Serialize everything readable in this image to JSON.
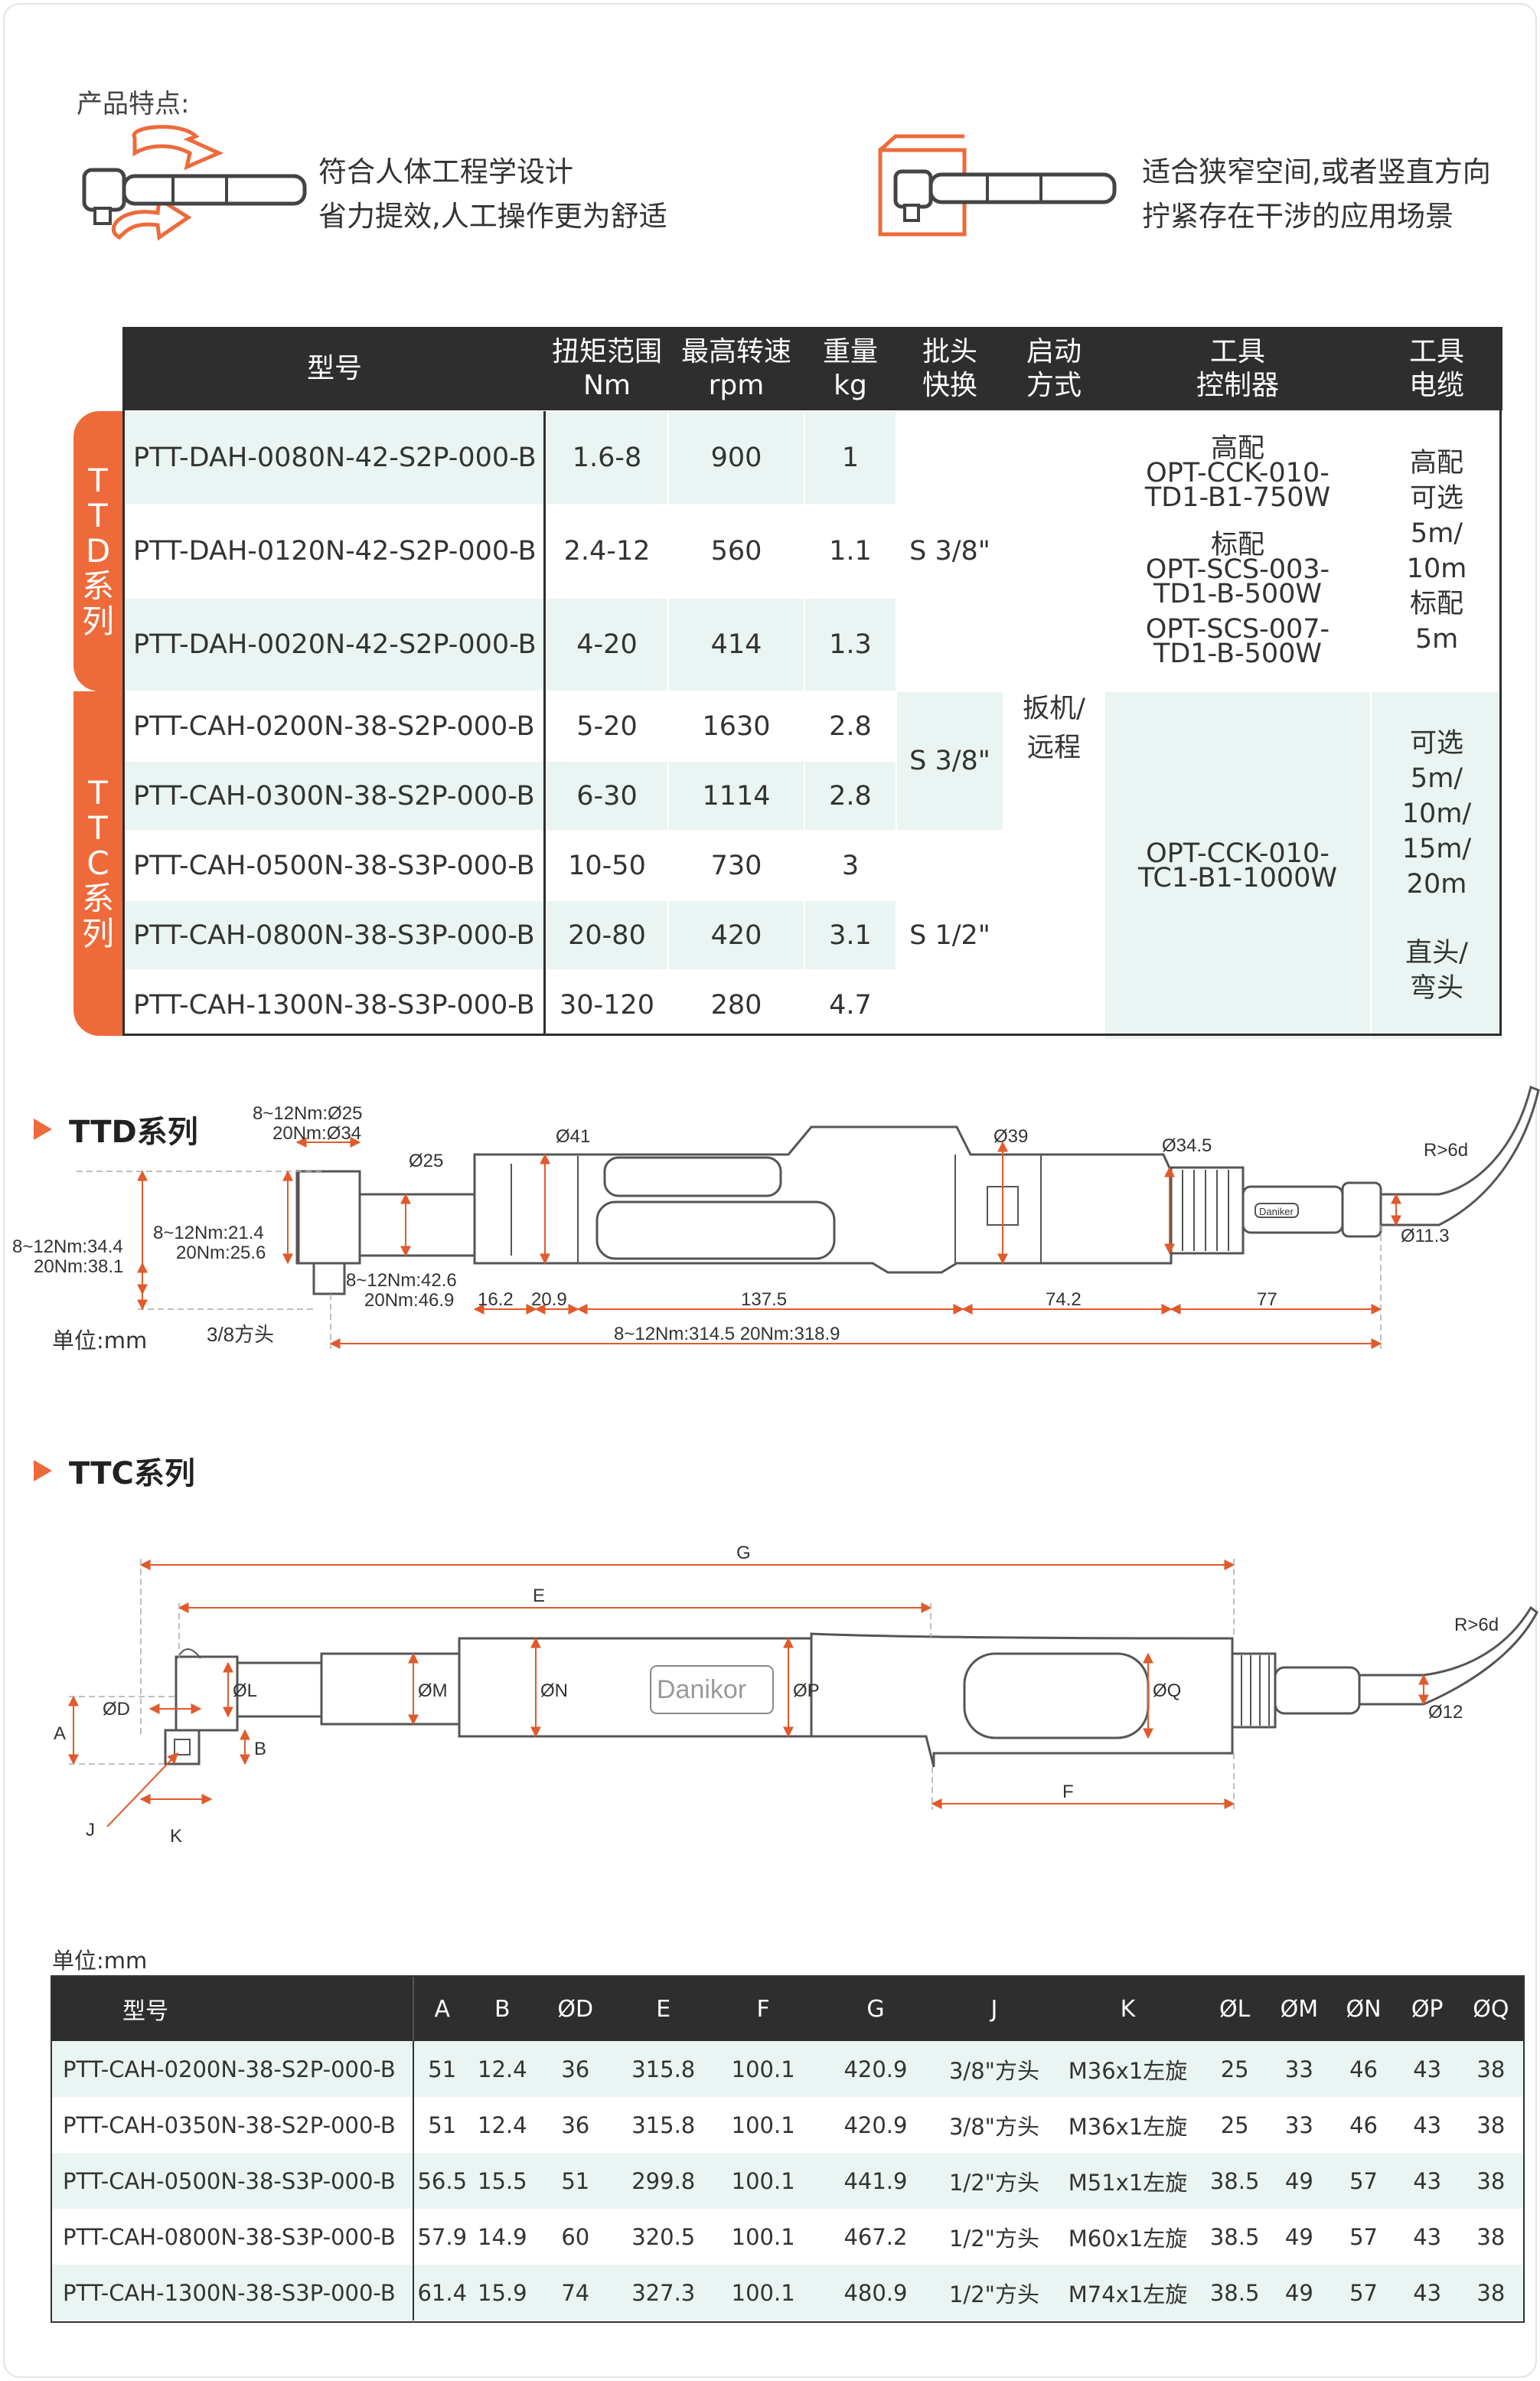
{
  "features": {
    "title": "产品特点:",
    "item1": {
      "line1": "符合人体工程学设计",
      "line2": "省力提效,人工操作更为舒适"
    },
    "item2": {
      "line1": "适合狭窄空间,或者竖直方向",
      "line2": "拧紧存在干涉的应用场景"
    }
  },
  "spec_table": {
    "headers": {
      "model": "型号",
      "torque": [
        "扭矩范围",
        "Nm"
      ],
      "speed": [
        "最高转速",
        "rpm"
      ],
      "weight": [
        "重量",
        "kg"
      ],
      "bit": [
        "批头",
        "快换"
      ],
      "start": [
        "启动",
        "方式"
      ],
      "controller": [
        "工具",
        "控制器"
      ],
      "cable": [
        "工具",
        "电缆"
      ]
    },
    "series": {
      "ttd": [
        "T",
        "T",
        "D",
        "系",
        "列"
      ],
      "ttc": [
        "T",
        "T",
        "C",
        "系",
        "列"
      ]
    },
    "rows": [
      {
        "model": "PTT-DAH-0080N-42-S2P-000-B",
        "torque": "1.6-8",
        "speed": "900",
        "weight": "1"
      },
      {
        "model": "PTT-DAH-0120N-42-S2P-000-B",
        "torque": "2.4-12",
        "speed": "560",
        "weight": "1.1"
      },
      {
        "model": "PTT-DAH-0020N-42-S2P-000-B",
        "torque": "4-20",
        "speed": "414",
        "weight": "1.3"
      },
      {
        "model": "PTT-CAH-0200N-38-S2P-000-B",
        "torque": "5-20",
        "speed": "1630",
        "weight": "2.8"
      },
      {
        "model": "PTT-CAH-0300N-38-S2P-000-B",
        "torque": "6-30",
        "speed": "1114",
        "weight": "2.8"
      },
      {
        "model": "PTT-CAH-0500N-38-S3P-000-B",
        "torque": "10-50",
        "speed": "730",
        "weight": "3"
      },
      {
        "model": "PTT-CAH-0800N-38-S3P-000-B",
        "torque": "20-80",
        "speed": "420",
        "weight": "3.1"
      },
      {
        "model": "PTT-CAH-1300N-38-S3P-000-B",
        "torque": "30-120",
        "speed": "280",
        "weight": "4.7"
      }
    ],
    "bit_ttd": "S 3/8\"",
    "bit_ttc_a": "S 3/8\"",
    "bit_ttc_b": "S 1/2\"",
    "start": [
      "扳机/",
      "远程"
    ],
    "controller_ttd": {
      "high_label": "高配",
      "high": [
        "OPT-CCK-010-",
        "TD1-B1-750W"
      ],
      "std_label": "标配",
      "std": [
        "OPT-SCS-003-",
        "TD1-B-500W"
      ],
      "std2": [
        "OPT-SCS-007-",
        "TD1-B-500W"
      ]
    },
    "controller_ttc": [
      "OPT-CCK-010-",
      "TC1-B1-1000W"
    ],
    "cable_ttd": [
      "高配",
      "可选",
      "5m/",
      "10m",
      "标配",
      "5m"
    ],
    "cable_ttc": [
      "可选",
      "5m/",
      "10m/",
      "15m/",
      "20m"
    ],
    "cable_ttc2": [
      "直头/",
      "弯头"
    ]
  },
  "ttd_drawing": {
    "heading": "TTD系列",
    "unit": "单位:mm",
    "square": "3/8方头",
    "labels": {
      "d_head": [
        "8~12Nm:Ø25",
        "20Nm:Ø34"
      ],
      "d25": "Ø25",
      "d41": "Ø41",
      "d39": "Ø39",
      "d345": "Ø34.5",
      "r6d": "R>6d",
      "d113": "Ø11.3",
      "h_total": [
        "8~12Nm:34.4",
        "20Nm:38.1"
      ],
      "h_head": [
        "8~12Nm:21.4",
        "20Nm:25.6"
      ],
      "h_sq": [
        "8~12Nm:42.6",
        "20Nm:46.9"
      ],
      "l162": "16.2",
      "l209": "20.9",
      "l1375": "137.5",
      "l742": "74.2",
      "l77": "77",
      "l_total": "8~12Nm:314.5  20Nm:318.9",
      "brand": "Daniker"
    }
  },
  "ttc_drawing": {
    "heading": "TTC系列",
    "labels": {
      "G": "G",
      "E": "E",
      "F": "F",
      "A": "A",
      "B": "B",
      "J": "J",
      "K": "K",
      "D": "ØD",
      "L": "ØL",
      "M": "ØM",
      "N": "ØN",
      "P": "ØP",
      "Q": "ØQ",
      "r6d": "R>6d",
      "d12": "Ø12",
      "brand": "Danikor"
    }
  },
  "dim_table": {
    "unit": "单位:mm",
    "headers": [
      "型号",
      "A",
      "B",
      "ØD",
      "E",
      "F",
      "G",
      "J",
      "K",
      "ØL",
      "ØM",
      "ØN",
      "ØP",
      "ØQ"
    ],
    "rows": [
      [
        "PTT-CAH-0200N-38-S2P-000-B",
        "51",
        "12.4",
        "36",
        "315.8",
        "100.1",
        "420.9",
        "3/8\"方头",
        "M36x1左旋",
        "25",
        "33",
        "46",
        "43",
        "38"
      ],
      [
        "PTT-CAH-0350N-38-S2P-000-B",
        "51",
        "12.4",
        "36",
        "315.8",
        "100.1",
        "420.9",
        "3/8\"方头",
        "M36x1左旋",
        "25",
        "33",
        "46",
        "43",
        "38"
      ],
      [
        "PTT-CAH-0500N-38-S3P-000-B",
        "56.5",
        "15.5",
        "51",
        "299.8",
        "100.1",
        "441.9",
        "1/2\"方头",
        "M51x1左旋",
        "38.5",
        "49",
        "57",
        "43",
        "38"
      ],
      [
        "PTT-CAH-0800N-38-S3P-000-B",
        "57.9",
        "14.9",
        "60",
        "320.5",
        "100.1",
        "467.2",
        "1/2\"方头",
        "M60x1左旋",
        "38.5",
        "49",
        "57",
        "43",
        "38"
      ],
      [
        "PTT-CAH-1300N-38-S3P-000-B",
        "61.4",
        "15.9",
        "74",
        "327.3",
        "100.1",
        "480.9",
        "1/2\"方头",
        "M74x1左旋",
        "38.5",
        "49",
        "57",
        "43",
        "38"
      ]
    ]
  },
  "colors": {
    "accent": "#ee6a3a",
    "header": "#2e2e2e",
    "tint": "#eaf4f2"
  }
}
